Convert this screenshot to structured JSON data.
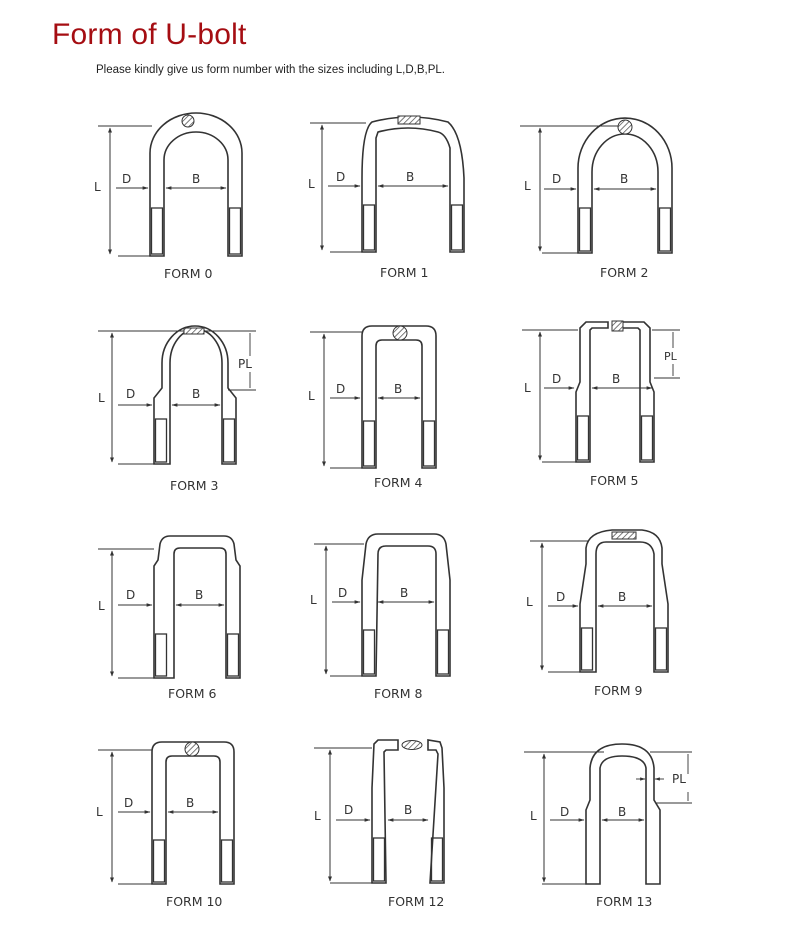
{
  "header": {
    "title": "Form of U-bolt",
    "subtitle": "Please kindly give us form number with the sizes including L,D,B,PL."
  },
  "colors": {
    "title": "#a50d12",
    "line": "#333333",
    "text": "#333333"
  },
  "dimension_labels": {
    "length": "L",
    "diameter": "D",
    "width": "B",
    "pitch_length": "PL"
  },
  "forms": [
    {
      "label": "FORM 0",
      "shape": "round-top-with-round-section",
      "has_pl": false
    },
    {
      "label": "FORM 1",
      "shape": "flat-top-splayed-with-flat-section",
      "has_pl": false
    },
    {
      "label": "FORM 2",
      "shape": "semicircle-top-with-round-section",
      "has_pl": false
    },
    {
      "label": "FORM 3",
      "shape": "round-top-stepped-legs-with-flat-section",
      "has_pl": true
    },
    {
      "label": "FORM 4",
      "shape": "square-top-with-round-section",
      "has_pl": false
    },
    {
      "label": "FORM 5",
      "shape": "split-top-stepped-legs-with-square-section",
      "has_pl": true
    },
    {
      "label": "FORM 6",
      "shape": "shouldered-square-top",
      "has_pl": false
    },
    {
      "label": "FORM 8",
      "shape": "flat-top-splayed",
      "has_pl": false
    },
    {
      "label": "FORM 9",
      "shape": "rounded-top-tapered-legs-with-flat-section",
      "has_pl": false
    },
    {
      "label": "FORM 10",
      "shape": "square-top-with-round-section",
      "has_pl": false
    },
    {
      "label": "FORM 12",
      "shape": "open-top-with-oval-section",
      "has_pl": false
    },
    {
      "label": "FORM 13",
      "shape": "round-top-stepped-legs-no-thread",
      "has_pl": true
    }
  ]
}
